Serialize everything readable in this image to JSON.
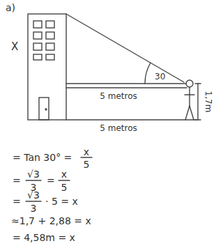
{
  "diagram": {
    "labels": [
      "a)",
      "X",
      "30",
      "5 metros",
      "1,7m",
      "5 metros",
      "= Tan 30° =",
      "x",
      "5",
      "=",
      "√3",
      "3",
      "=",
      "x",
      "5",
      "=",
      "√3",
      "3",
      "· 5 = x",
      "≈1,7 + 2,88 = x",
      "= 4,58m = x"
    ]
  }
}
